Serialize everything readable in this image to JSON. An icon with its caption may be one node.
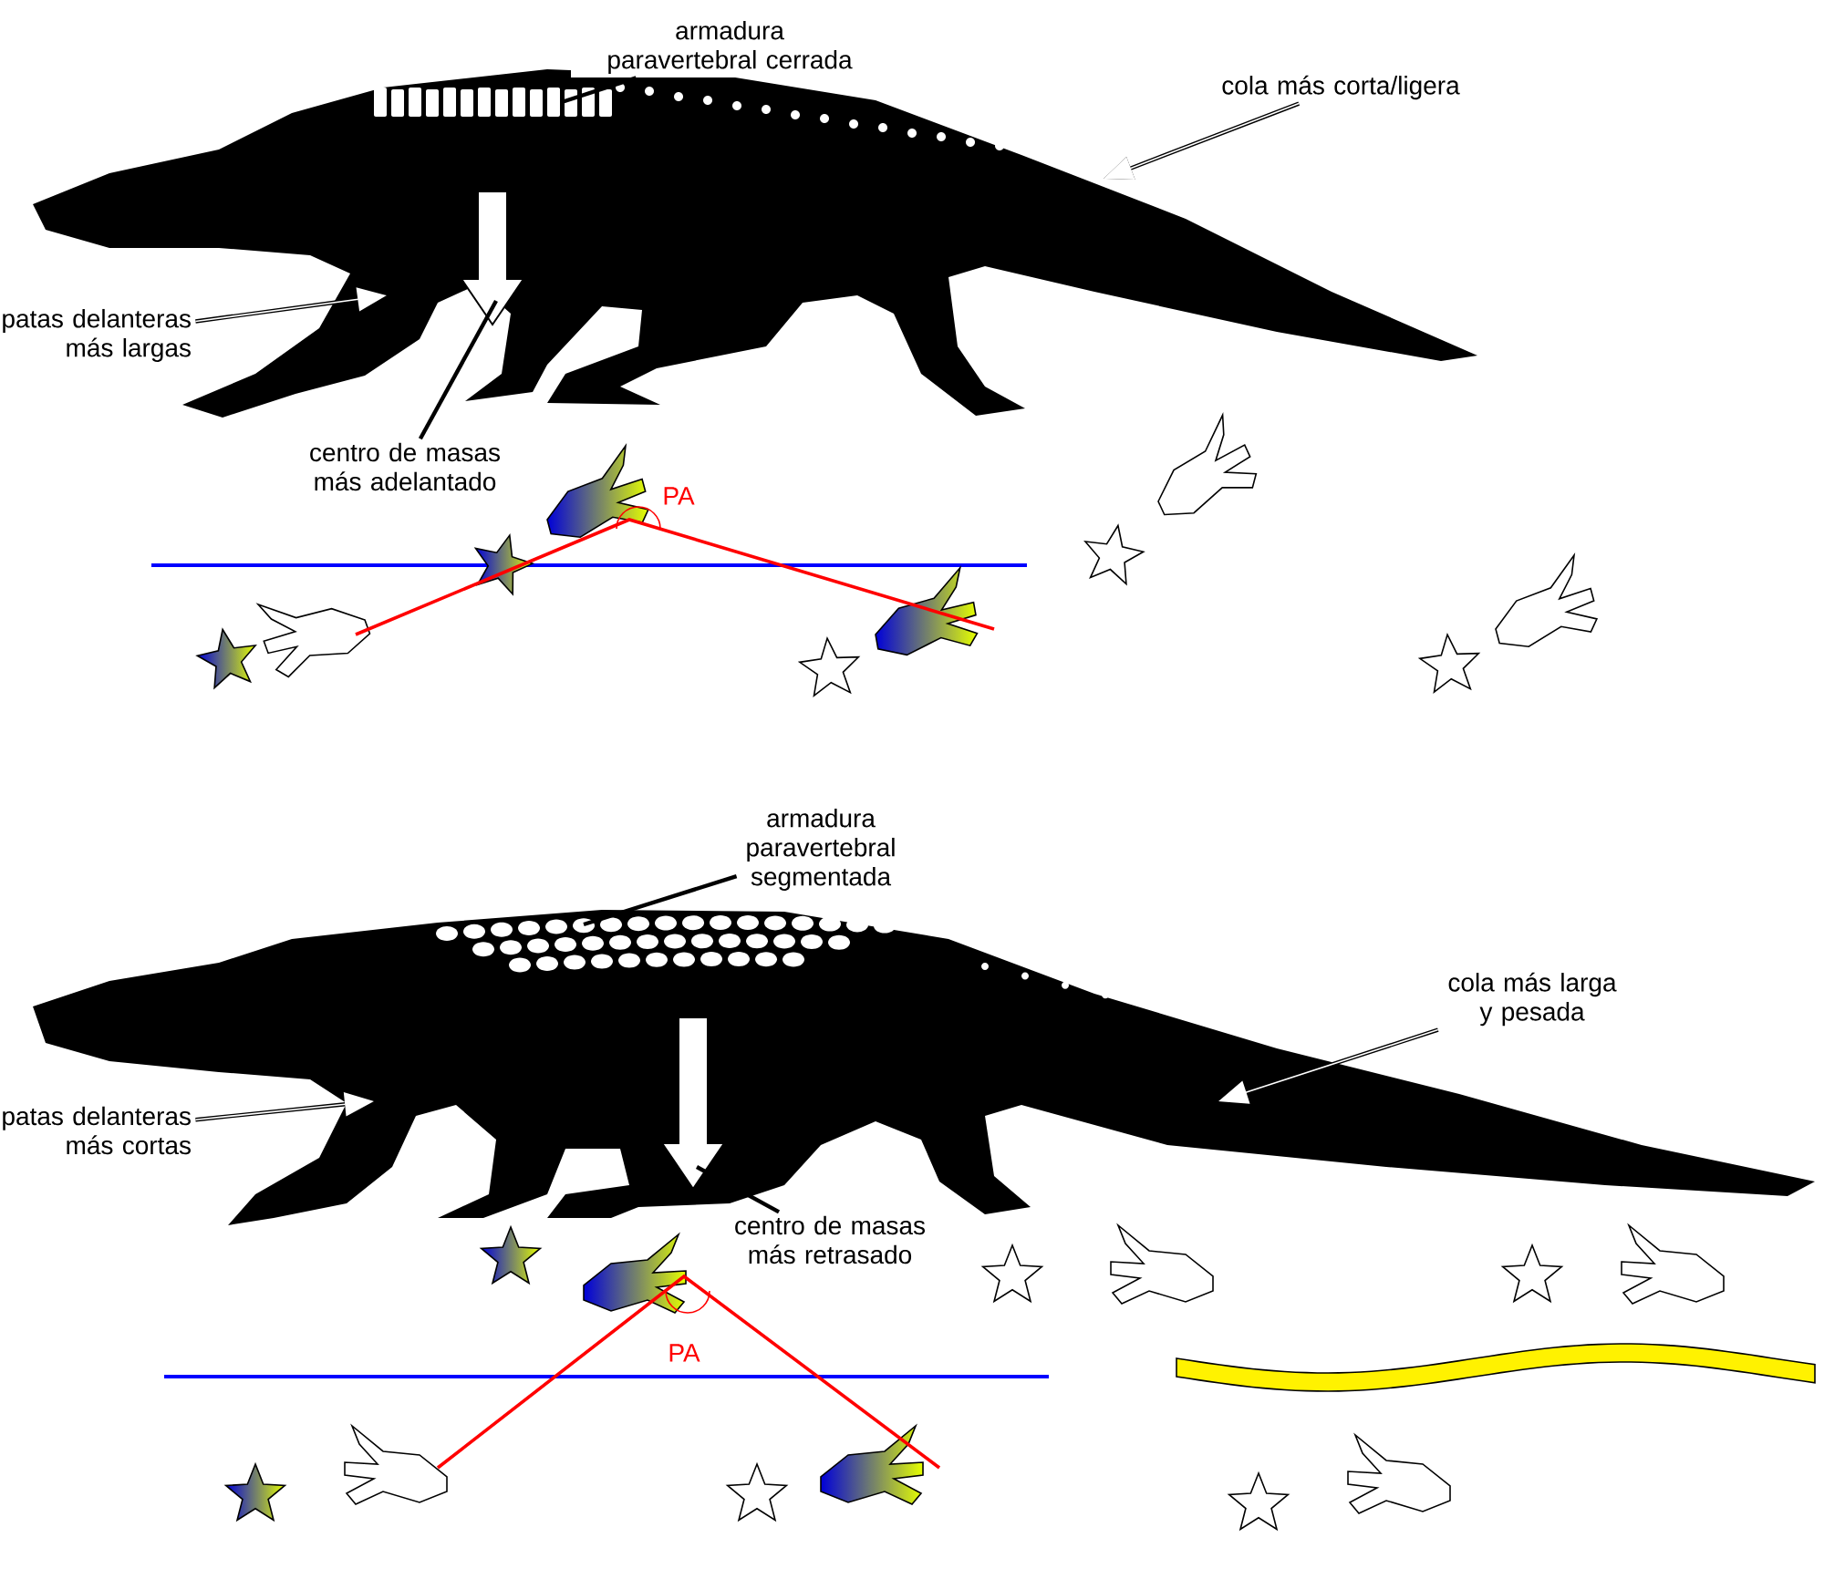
{
  "diagram": {
    "nodes": [
      {
        "text": [
          "armadura paravertebral cerrada"
        ]
      },
      {
        "text": [
          "cola más corta/ligera"
        ]
      },
      {
        "text": [
          "patas delanteras más largas"
        ]
      },
      {
        "text": [
          "centro de masas más adelantado"
        ]
      },
      {
        "text": [
          "armadura paravertebral segmentada"
        ]
      },
      {
        "text": [
          "cola más larga y pesada"
        ]
      },
      {
        "text": [
          "patas delanteras más cortas"
        ]
      },
      {
        "text": [
          "centro de masas más retrasado"
        ]
      }
    ],
    "edges": [
      {
        "from": 0,
        "to": null,
        "arrow": "none"
      },
      {
        "from": 1,
        "to": null,
        "arrow": "to"
      },
      {
        "from": 2,
        "to": null,
        "arrow": "to"
      },
      {
        "from": 3,
        "to": null,
        "arrow": "none"
      },
      {
        "from": 4,
        "to": null,
        "arrow": "none"
      },
      {
        "from": 5,
        "to": null,
        "arrow": "to"
      },
      {
        "from": 6,
        "to": null,
        "arrow": "to"
      },
      {
        "from": 7,
        "to": null,
        "arrow": "none"
      }
    ],
    "labels": [
      "PA",
      "PA"
    ]
  }
}
